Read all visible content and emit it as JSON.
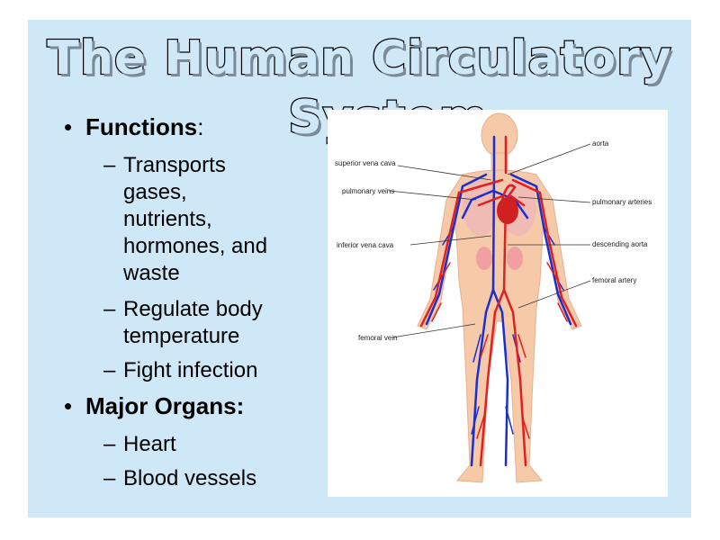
{
  "slide": {
    "title_line1": "The Human Circulatory",
    "title_line2": "System",
    "functions_heading": "Functions",
    "functions_colon": ":",
    "functions": [
      [
        "Transports",
        "gases,",
        "nutrients,",
        "hormones, and",
        "waste"
      ],
      [
        "Regulate body",
        "temperature"
      ],
      [
        "Fight infection"
      ]
    ],
    "organs_heading": "Major Organs:",
    "organs": [
      "Heart",
      "Blood vessels"
    ]
  },
  "diagram": {
    "labels": {
      "superior_vena_cava": "superior vena cava",
      "pulmonary_veins": "pulmonary veins",
      "inferior_vena_cava": "inferior vena cava",
      "femoral_vein": "femoral vein",
      "aorta": "aorta",
      "pulmonary_arteries": "pulmonary arteries",
      "descending_aorta": "descending aorta",
      "femoral_artery": "femoral artery"
    },
    "colors": {
      "artery": "#e02020",
      "vein": "#1a2fd0",
      "skin": "#f6c9a8"
    }
  }
}
